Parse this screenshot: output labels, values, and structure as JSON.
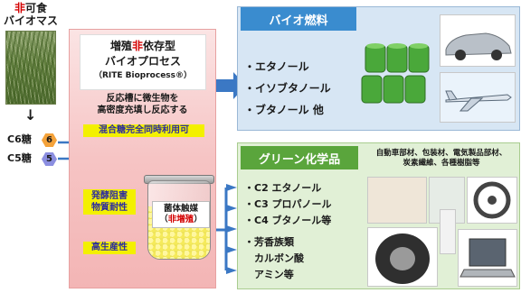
{
  "biomass": {
    "line1_red": "非",
    "line1_rest": "可食",
    "line2": "バイオマス",
    "sugars": [
      {
        "label": "C6糖",
        "badge": "6",
        "color": "#f4a23a"
      },
      {
        "label": "C5糖",
        "badge": "5",
        "color": "#8b8ee0"
      }
    ]
  },
  "process": {
    "title_prefix": "増殖",
    "title_red": "非",
    "title_suffix": "依存型",
    "title_line2": "バイオプロセス",
    "subtitle": "（RITE Bioprocess®）",
    "reactor_note_line1": "反応槽に微生物を",
    "reactor_note_line2": "高密度充填し反応する",
    "tag_mixed_sugar": "混合糖完全同時利用可",
    "tag_inhibitor_line1": "発酵阻害",
    "tag_inhibitor_line2": "物質耐性",
    "tag_productivity": "高生産性",
    "cell_line1": "菌体触媒",
    "cell_line2_open": "（",
    "cell_line2_red": "非増殖",
    "cell_line2_close": "）"
  },
  "biofuel": {
    "header": "バイオ燃料",
    "items": [
      "・エタノール",
      "・イソブタノール",
      "・ブタノール  他"
    ]
  },
  "green_chem": {
    "header": "グリーン化学品",
    "items": [
      "・C2 エタノール",
      "・C3 プロパノール",
      "・C4 ブタノール等",
      "・芳香族類",
      "　カルボン酸",
      "　アミン等"
    ],
    "products_line1": "自動車部材、包装材、電気製品部材、",
    "products_line2": "炭素繊維、各種樹脂等"
  },
  "colors": {
    "red_accent": "#d40000",
    "biofuel_blue": "#3a8ccf",
    "green_header": "#5aa53c",
    "arrow_blue": "#3b78c4",
    "yellow_tag": "#f3f000"
  }
}
